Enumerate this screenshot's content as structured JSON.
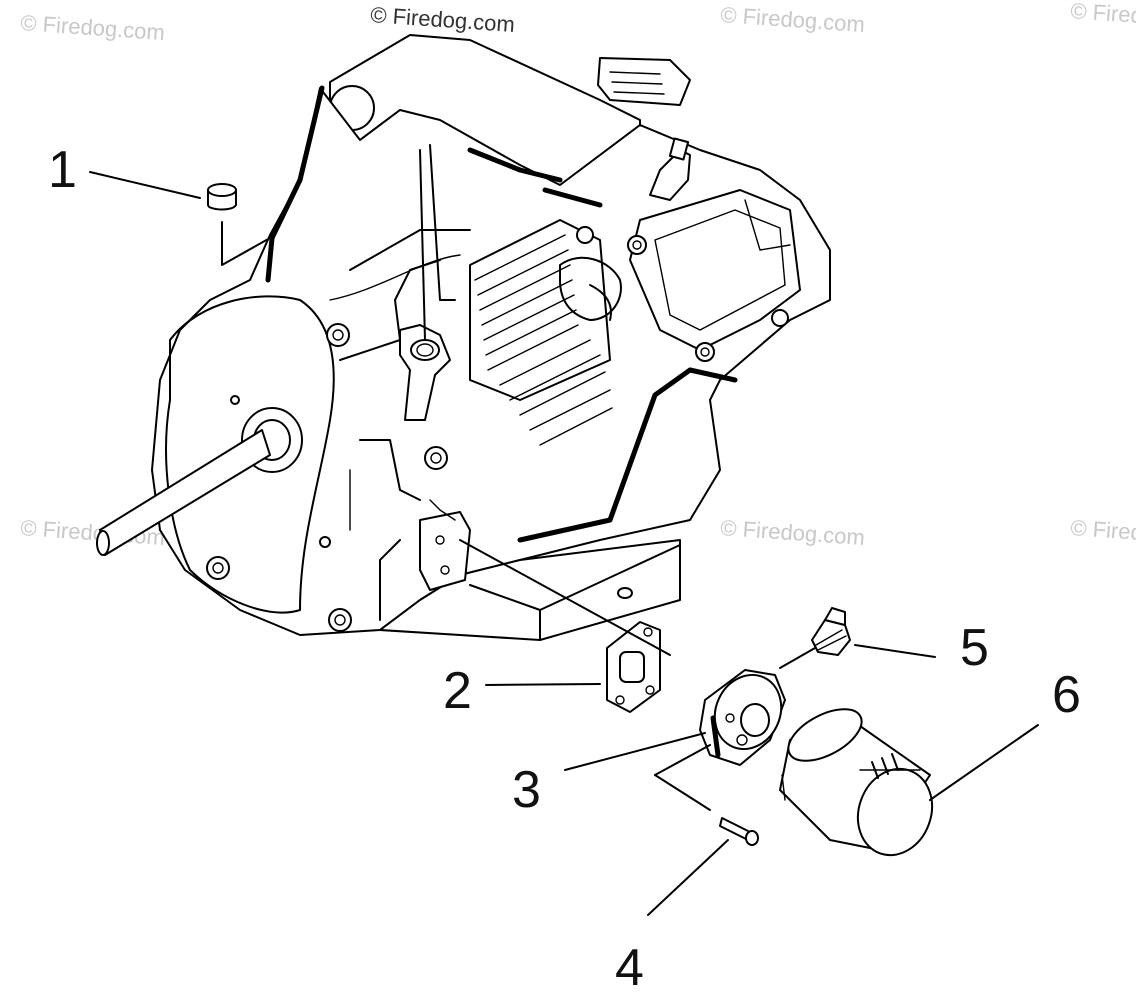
{
  "watermarks": {
    "top_center": "© Firedog.com",
    "tile": "© Firedog.com"
  },
  "callouts": [
    {
      "id": "1",
      "label": "1"
    },
    {
      "id": "2",
      "label": "2"
    },
    {
      "id": "3",
      "label": "3"
    },
    {
      "id": "4",
      "label": "4"
    },
    {
      "id": "5",
      "label": "5"
    },
    {
      "id": "6",
      "label": "6"
    }
  ],
  "icons": {
    "engine": "engine-assembly-drawing",
    "plug": "oil-plug-cap-icon",
    "gasket": "gasket-icon",
    "adapter": "oil-filter-adapter-icon",
    "screw": "screw-icon",
    "switch": "oil-pressure-switch-icon",
    "filter": "oil-filter-icon"
  },
  "colors": {
    "line": "#000000",
    "background": "#ffffff",
    "watermark": "#c8c8c8"
  }
}
